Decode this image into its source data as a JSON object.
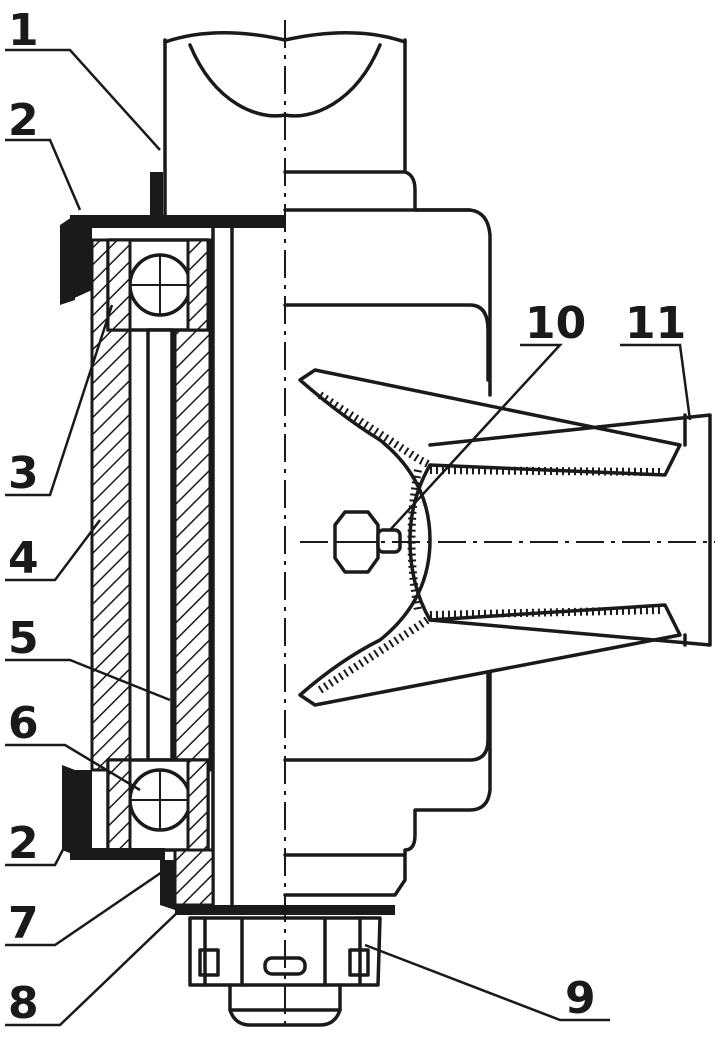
{
  "labels": [
    "1",
    "2",
    "3",
    "4",
    "5",
    "6",
    "2",
    "7",
    "8",
    "9",
    "10",
    "11"
  ]
}
